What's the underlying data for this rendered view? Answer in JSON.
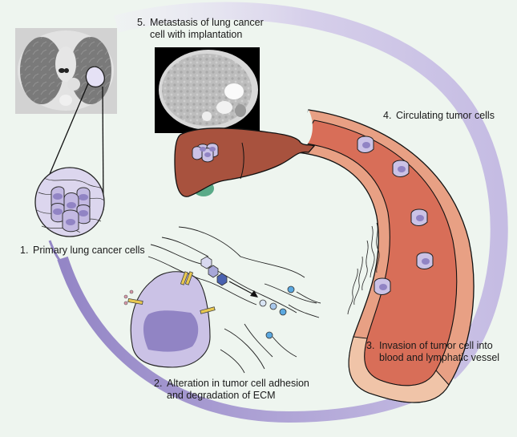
{
  "title": "Steps of lung cancer metastasis",
  "colors": {
    "background": "#eef5ef",
    "arc_purple": "#9a8cc8",
    "arc_light": "#d8d2ea",
    "vessel_outer": "#e8a084",
    "vessel_inner": "#d86e58",
    "vessel_pale": "#f0c4a8",
    "liver": "#a8523e",
    "gallbladder": "#5aaa88",
    "cell_body": "#cbc2e6",
    "cell_nucleus": "#9184c4",
    "receptor": "#e8c850",
    "ecm_dot_pink": "#d898a8",
    "molecule_blue": "#5aa8e0",
    "molecule_dark": "#4a62b0"
  },
  "steps": [
    {
      "number": "1.",
      "line1": "Primary lung cancer cells",
      "line2": ""
    },
    {
      "number": "2.",
      "line1": "Alteration in tumor cell adhesion",
      "line2": "and degradation of ECM"
    },
    {
      "number": "3.",
      "line1": "Invasion of tumor cell into",
      "line2": "blood and lymphatic vessel"
    },
    {
      "number": "4.",
      "line1": "Circulating tumor cells",
      "line2": ""
    },
    {
      "number": "5.",
      "line1": "Metastasis of lung cancer",
      "line2": "cell with implantation"
    }
  ],
  "images": {
    "lung_ct": "Chest CT scan with lung tumor (highlighted)",
    "liver_ct": "Abdominal CT scan showing liver metastases"
  }
}
